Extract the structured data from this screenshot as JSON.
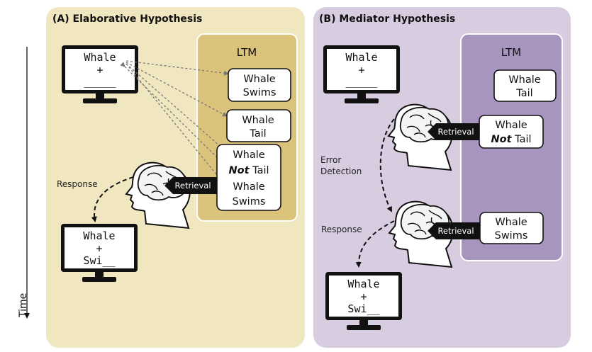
{
  "panel_a": {
    "title": "(A) Elaborative Hypothesis",
    "ltm_label": "LTM",
    "colors": {
      "panel": "#f0e6c0",
      "ltm": "#dcc37c"
    },
    "monitor_top": {
      "line1": "Whale",
      "line2": "+",
      "line3": "_____"
    },
    "monitor_bottom": {
      "line1": "Whale",
      "line2": "+",
      "line3": "Swi__"
    },
    "cards": [
      {
        "line1": "Whale",
        "line2": "Swims"
      },
      {
        "line1": "Whale",
        "line2": "Tail"
      },
      {
        "line1": "Whale",
        "line2_bold": "Not",
        "line2_rest": " Tail",
        "line3": "Whale",
        "line4": "Swims"
      }
    ],
    "retrieval_label": "Retrieval",
    "response_label": "Response"
  },
  "panel_b": {
    "title": "(B) Mediator Hypothesis",
    "ltm_label": "LTM",
    "colors": {
      "panel": "#d8cce0",
      "ltm": "#a795c0"
    },
    "monitor_top": {
      "line1": "Whale",
      "line2": "+",
      "line3": "_____"
    },
    "monitor_bottom": {
      "line1": "Whale",
      "line2": "+",
      "line3": "Swi__"
    },
    "cards": [
      {
        "line1": "Whale",
        "line2": "Tail"
      },
      {
        "line1": "Whale",
        "line2_bold": "Not",
        "line2_rest": " Tail"
      },
      {
        "line1": "Whale",
        "line2": "Swims"
      }
    ],
    "retrieval_label": "Retrieval",
    "error_label_1": "Error",
    "error_label_2": "Detection",
    "response_label": "Response"
  },
  "time_label": "Time"
}
